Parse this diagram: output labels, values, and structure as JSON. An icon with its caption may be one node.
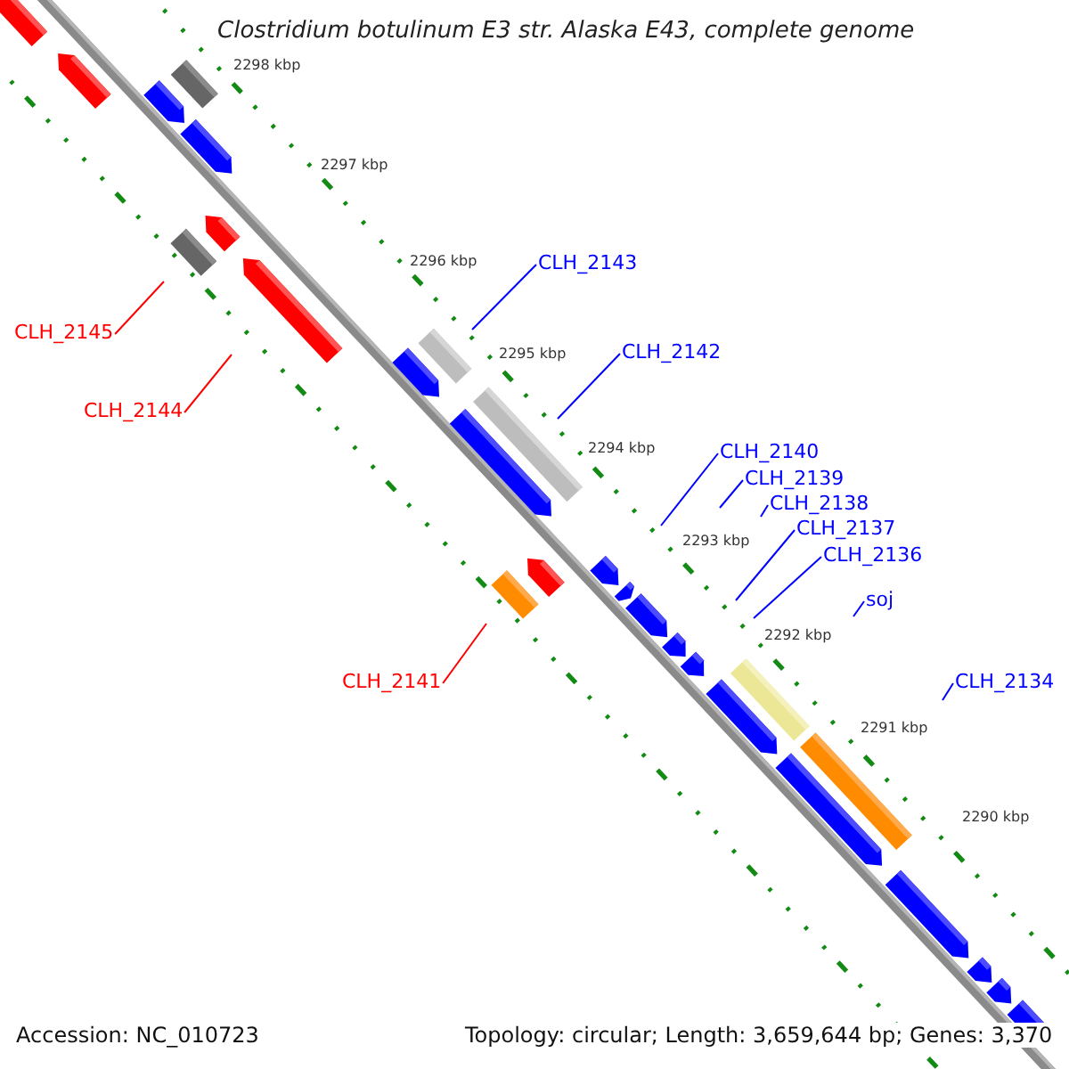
{
  "diagram": {
    "title": "Clostridium botulinum E3 str. Alaska E43, complete genome",
    "nodes": [
      {
        "text": [
          "CLH_2143"
        ]
      },
      {
        "text": [
          "CLH_2145"
        ]
      },
      {
        "text": [
          "CLH_2142"
        ]
      },
      {
        "text": [
          "CLH_2144"
        ]
      },
      {
        "text": [
          "CLH_2140"
        ]
      },
      {
        "text": [
          "CLH_2139"
        ]
      },
      {
        "text": [
          "CLH_2138"
        ]
      },
      {
        "text": [
          "CLH_2137"
        ]
      },
      {
        "text": [
          "CLH_2136"
        ]
      },
      {
        "text": [
          "soj"
        ]
      },
      {
        "text": [
          "CLH_2141"
        ]
      },
      {
        "text": [
          "CLH_2134"
        ]
      }
    ],
    "edges": [
      {
        "from": 0,
        "to": null,
        "arrow": "none"
      },
      {
        "from": 1,
        "to": null,
        "arrow": "none",
        "color": "#ff0000"
      },
      {
        "from": 2,
        "to": null,
        "arrow": "none"
      },
      {
        "from": 3,
        "to": null,
        "arrow": "none",
        "color": "#ff0000"
      },
      {
        "from": 4,
        "to": null,
        "arrow": "none"
      },
      {
        "from": 5,
        "to": null,
        "arrow": "none"
      },
      {
        "from": 6,
        "to": null,
        "arrow": "none"
      },
      {
        "from": 7,
        "to": null,
        "arrow": "none"
      },
      {
        "from": 8,
        "to": null,
        "arrow": "none"
      },
      {
        "from": 9,
        "to": null,
        "arrow": "none"
      },
      {
        "from": 10,
        "to": null,
        "arrow": "none",
        "color": "#ff0000"
      },
      {
        "from": 11,
        "to": null,
        "arrow": "none"
      }
    ],
    "labels": [
      "2298 kbp",
      "2297 kbp",
      "2296 kbp",
      "2295 kbp",
      "2294 kbp",
      "2293 kbp",
      "2292 kbp",
      "2291 kbp",
      "2290 kbp",
      "Accession: NC_010723",
      "Topology: circular; Length: 3,659,644 bp; Genes: 3,370"
    ]
  }
}
